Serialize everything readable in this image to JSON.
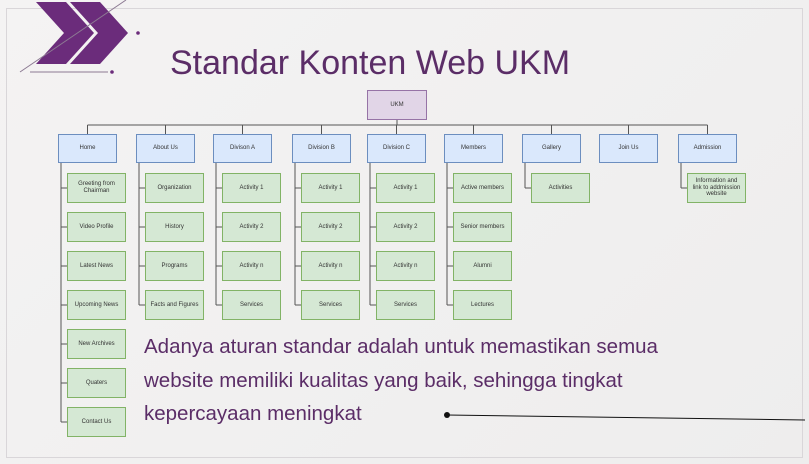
{
  "slide": {
    "title": "Standar Konten Web UKM",
    "body_lines": [
      "Adanya aturan standar adalah untuk memastikan semua",
      "website memiliki kualitas yang baik, sehingga tingkat",
      "kepercayaan meningkat"
    ]
  },
  "diagram": {
    "root": "UKM",
    "columns": [
      {
        "label": "Home",
        "children": [
          "Greeting from Chairman",
          "Video Profile",
          "Latest News",
          "Upcoming News",
          "New Archives",
          "Quaters",
          "Contact Us"
        ]
      },
      {
        "label": "About Us",
        "children": [
          "Organization",
          "History",
          "Programs",
          "Facts and Figures"
        ]
      },
      {
        "label": "Divison A",
        "children": [
          "Activity 1",
          "Activity 2",
          "Activity n",
          "Services"
        ]
      },
      {
        "label": "Division B",
        "children": [
          "Activity 1",
          "Activity 2",
          "Activity n",
          "Services"
        ]
      },
      {
        "label": "Division C",
        "children": [
          "Activity 1",
          "Activity 2",
          "Activity n",
          "Services"
        ]
      },
      {
        "label": "Members",
        "children": [
          "Active members",
          "Senior members",
          "Alumni",
          "Lectures"
        ]
      },
      {
        "label": "Gallery",
        "children": [
          "Activities"
        ]
      },
      {
        "label": "Join Us",
        "children": []
      },
      {
        "label": "Admission",
        "children": [
          "Information and link to addmission website"
        ]
      }
    ]
  },
  "colors": {
    "title": "#5b2d67",
    "accent": "#6b2c7b",
    "root_fill": "#e1d5e7",
    "header_fill": "#dae8fc",
    "child_fill": "#d5e8d4"
  }
}
